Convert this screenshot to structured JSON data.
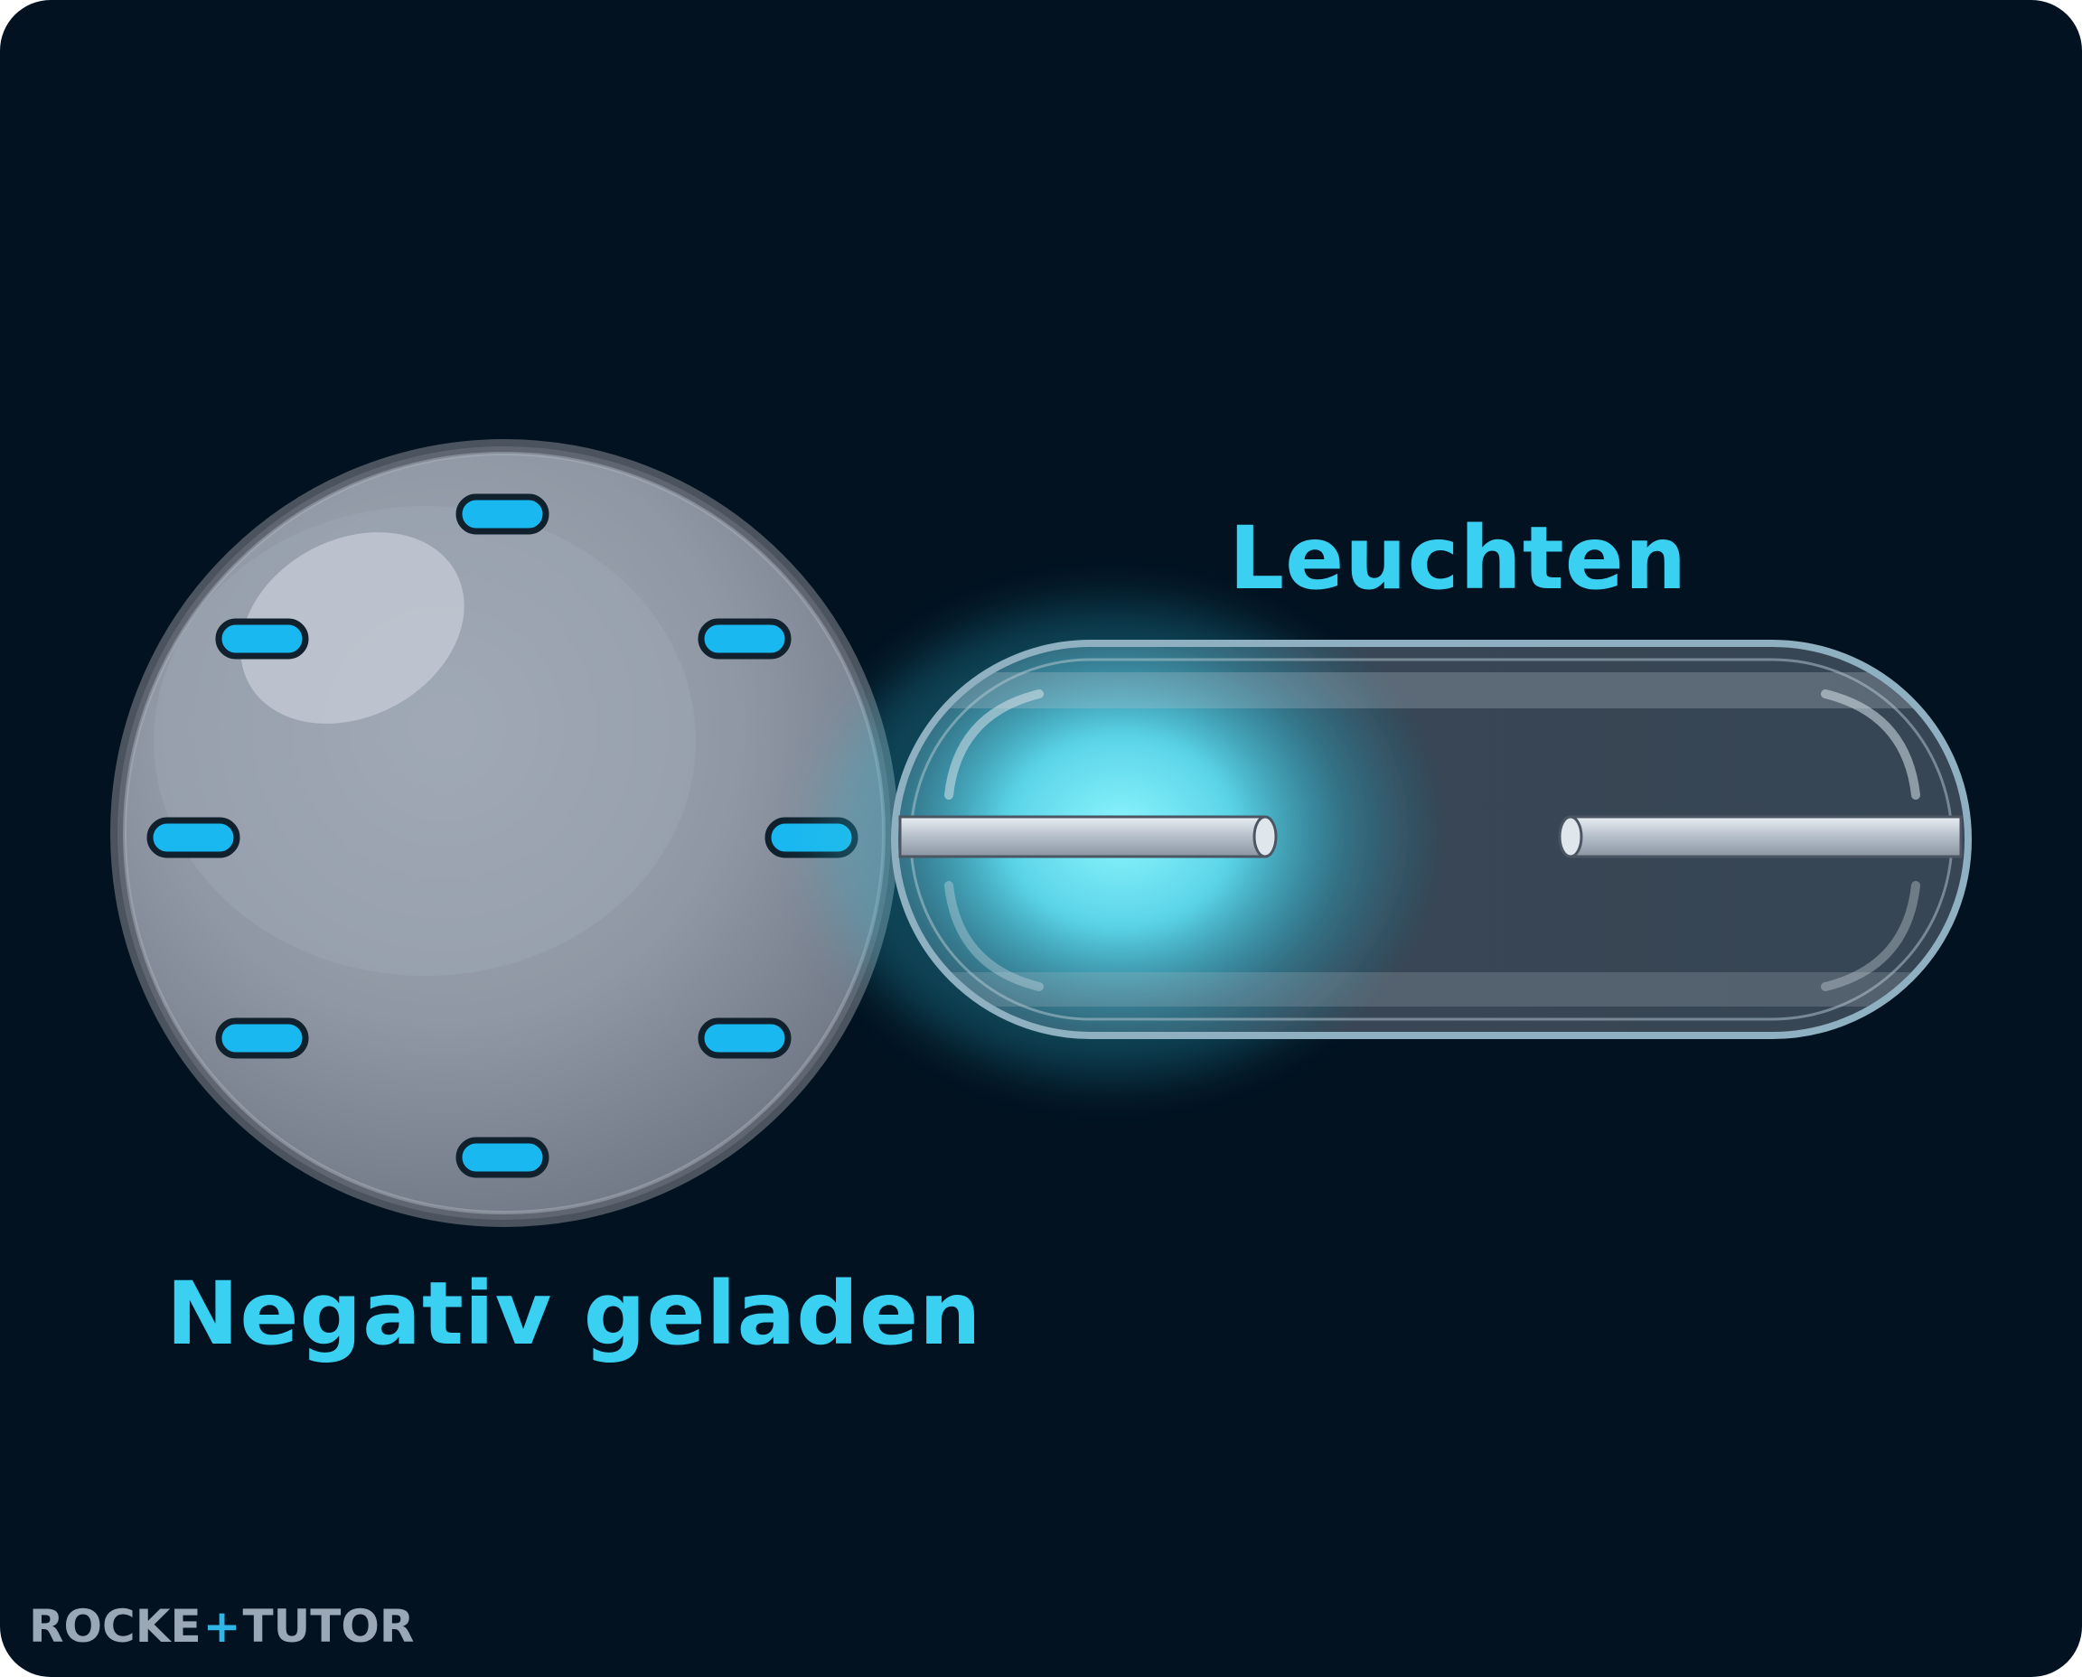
{
  "labels": {
    "glow": "Leuchten",
    "charge": "Negativ geladen"
  },
  "logo": {
    "part1": "ROCKE",
    "plus": "+",
    "part2": "TUTOR"
  },
  "charges": {
    "symbol": "minus",
    "count": 8
  },
  "colors": {
    "background": "#021220",
    "label_text": "#3ad0f2",
    "charge_fill": "#1ab8f0",
    "glow": "#7af1ff",
    "sphere": "#8d95a1",
    "tube_outline": "#8fb0c0"
  }
}
